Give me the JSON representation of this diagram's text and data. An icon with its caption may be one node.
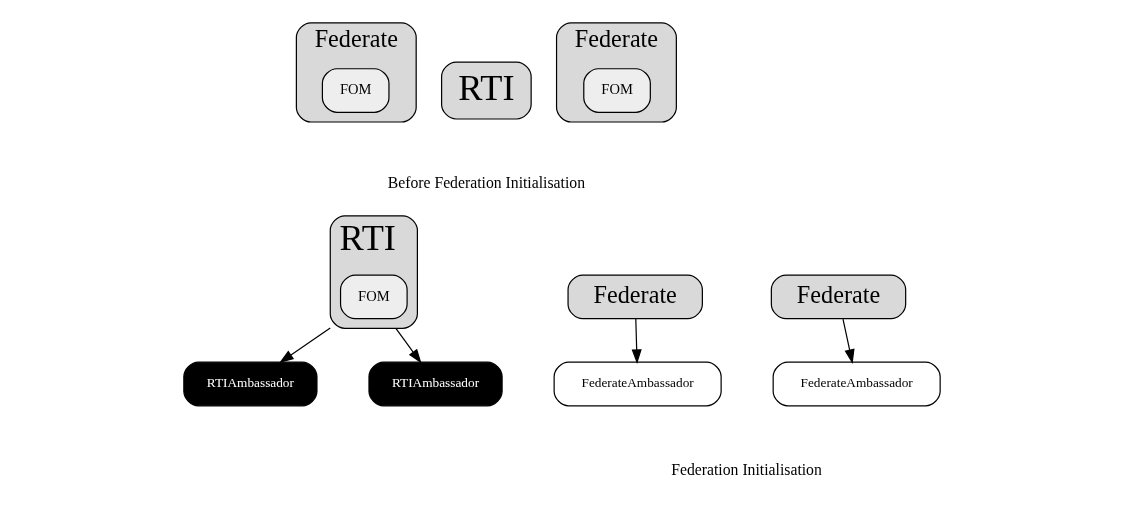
{
  "diagram": {
    "nodes": [
      {
        "text": [
          "Federate"
        ]
      },
      {
        "text": [
          "FOM"
        ],
        "in": 0
      },
      {
        "text": [
          "RTI"
        ]
      },
      {
        "text": [
          "Federate"
        ]
      },
      {
        "text": [
          "FOM"
        ],
        "in": 3
      },
      {
        "text": [
          "RTIAmbassador"
        ]
      },
      {
        "text": [
          "RTI"
        ]
      },
      {
        "text": [
          "RTIAmbassador"
        ]
      },
      {
        "text": [
          "Federate"
        ]
      },
      {
        "text": [
          "FOM"
        ],
        "in": 6
      },
      {
        "text": [
          "Federate"
        ]
      },
      {
        "text": [
          "FederateAmbassador"
        ]
      },
      {
        "text": [
          "FederateAmbassador"
        ]
      }
    ],
    "edges": [
      {
        "from": 6,
        "to": 5,
        "arrow": "to"
      },
      {
        "from": 6,
        "to": 7,
        "arrow": "to"
      },
      {
        "from": 8,
        "to": 11,
        "arrow": "to"
      },
      {
        "from": 10,
        "to": 12,
        "arrow": "to"
      }
    ],
    "labels": [
      "Before Federation Initialisation",
      "Federation Initialisation"
    ]
  }
}
